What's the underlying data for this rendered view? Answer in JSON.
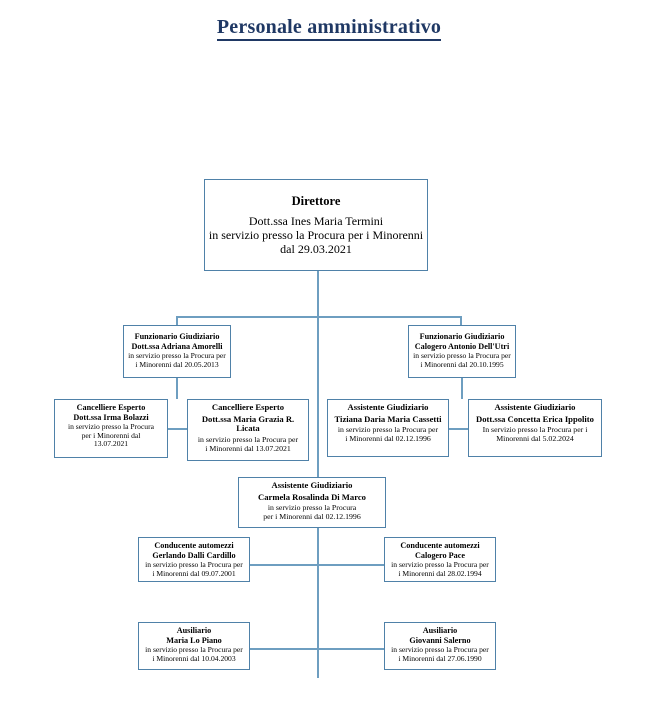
{
  "page": {
    "title": "Personale amministrativo",
    "title_color": "#1f3864",
    "box_border_color": "#4f81a8",
    "connector_color": "#6e9ec0",
    "background": "#ffffff"
  },
  "chart_data": {
    "type": "diagram",
    "diagram_type": "organization-chart",
    "title": "Personale amministrativo",
    "nodes": [
      {
        "id": "direttore",
        "role": "Direttore",
        "person": "Dott.ssa Ines Maria Termini",
        "detail": "in servizio presso la Procura per i Minorenni",
        "detail2": "dal 29.03.2021",
        "level": 0
      },
      {
        "id": "funzionario-amorelli",
        "role": "Funzionario Giudiziario",
        "person": "Dott.ssa Adriana Amorelli",
        "detail": "in servizio presso la Procura per",
        "detail2": "i Minorenni dal 20.05.2013",
        "level": 1
      },
      {
        "id": "funzionario-dellutri",
        "role": "Funzionario Giudiziario",
        "person": "Calogero Antonio Dell'Utri",
        "detail": "in servizio presso la Procura per",
        "detail2": "i Minorenni dal 20.10.1995",
        "level": 1
      },
      {
        "id": "cancelliere-bolazzi",
        "role": "Cancelliere Esperto",
        "person": "Dott.ssa Irma Bolazzi",
        "detail": "in servizio presso la Procura",
        "detail2": "per i Minorenni dal",
        "detail3": "13.07.2021",
        "level": 2
      },
      {
        "id": "cancelliere-licata",
        "role": "Cancelliere Esperto",
        "person": "Dott.ssa Maria Grazia R. Licata",
        "detail": "in servizio presso la Procura per",
        "detail2": "i Minorenni dal 13.07.2021",
        "level": 2
      },
      {
        "id": "assistente-cassetti",
        "role": "Assistente Giudiziario",
        "person": "Tiziana Daria Maria Cassetti",
        "detail": "in servizio presso la Procura per",
        "detail2": "i Minorenni dal 02.12.1996",
        "level": 2
      },
      {
        "id": "assistente-ippolito",
        "role": "Assistente Giudiziario",
        "person": "Dott.ssa Concetta Erica Ippolito",
        "detail": "In servizio presso la Procura per i",
        "detail2": "Minorenni dal 5.02.2024",
        "level": 2
      },
      {
        "id": "assistente-dimarco",
        "role": "Assistente Giudiziario",
        "person": "Carmela Rosalinda Di Marco",
        "detail": "in servizio presso la Procura",
        "detail2": "per i Minorenni dal 02.12.1996",
        "level": 3
      },
      {
        "id": "conducente-dalli-cardillo",
        "role": "Conducente automezzi",
        "person": "Gerlando Dalli Cardillo",
        "detail": "in servizio presso la Procura per",
        "detail2": "i Minorenni dal 09.07.2001",
        "level": 4
      },
      {
        "id": "conducente-pace",
        "role": "Conducente automezzi",
        "person": "Calogero Pace",
        "detail": "in servizio presso la Procura per",
        "detail2": "i Minorenni dal 28.02.1994",
        "level": 4
      },
      {
        "id": "ausiliario-lo-piano",
        "role": "Ausiliario",
        "person": "Maria Lo Piano",
        "detail": "in servizio presso la Procura per",
        "detail2": "i Minorenni dal 10.04.2003",
        "level": 5
      },
      {
        "id": "ausiliario-salerno",
        "role": "Ausiliario",
        "person": "Giovanni Salerno",
        "detail": "in servizio presso la Procura per",
        "detail2": "i Minorenni dal 27.06.1990",
        "level": 5
      }
    ],
    "edges": [
      {
        "from": "direttore",
        "to": "funzionario-amorelli"
      },
      {
        "from": "direttore",
        "to": "funzionario-dellutri"
      },
      {
        "from": "funzionario-amorelli",
        "to": "cancelliere-licata"
      },
      {
        "from": "cancelliere-licata",
        "to": "cancelliere-bolazzi"
      },
      {
        "from": "funzionario-dellutri",
        "to": "assistente-ippolito"
      },
      {
        "from": "assistente-ippolito",
        "to": "assistente-cassetti"
      },
      {
        "from": "direttore",
        "to": "assistente-dimarco"
      },
      {
        "from": "assistente-dimarco",
        "to": "conducente-dalli-cardillo"
      },
      {
        "from": "assistente-dimarco",
        "to": "conducente-pace"
      },
      {
        "from": "assistente-dimarco",
        "to": "ausiliario-lo-piano"
      },
      {
        "from": "assistente-dimarco",
        "to": "ausiliario-salerno"
      }
    ]
  }
}
